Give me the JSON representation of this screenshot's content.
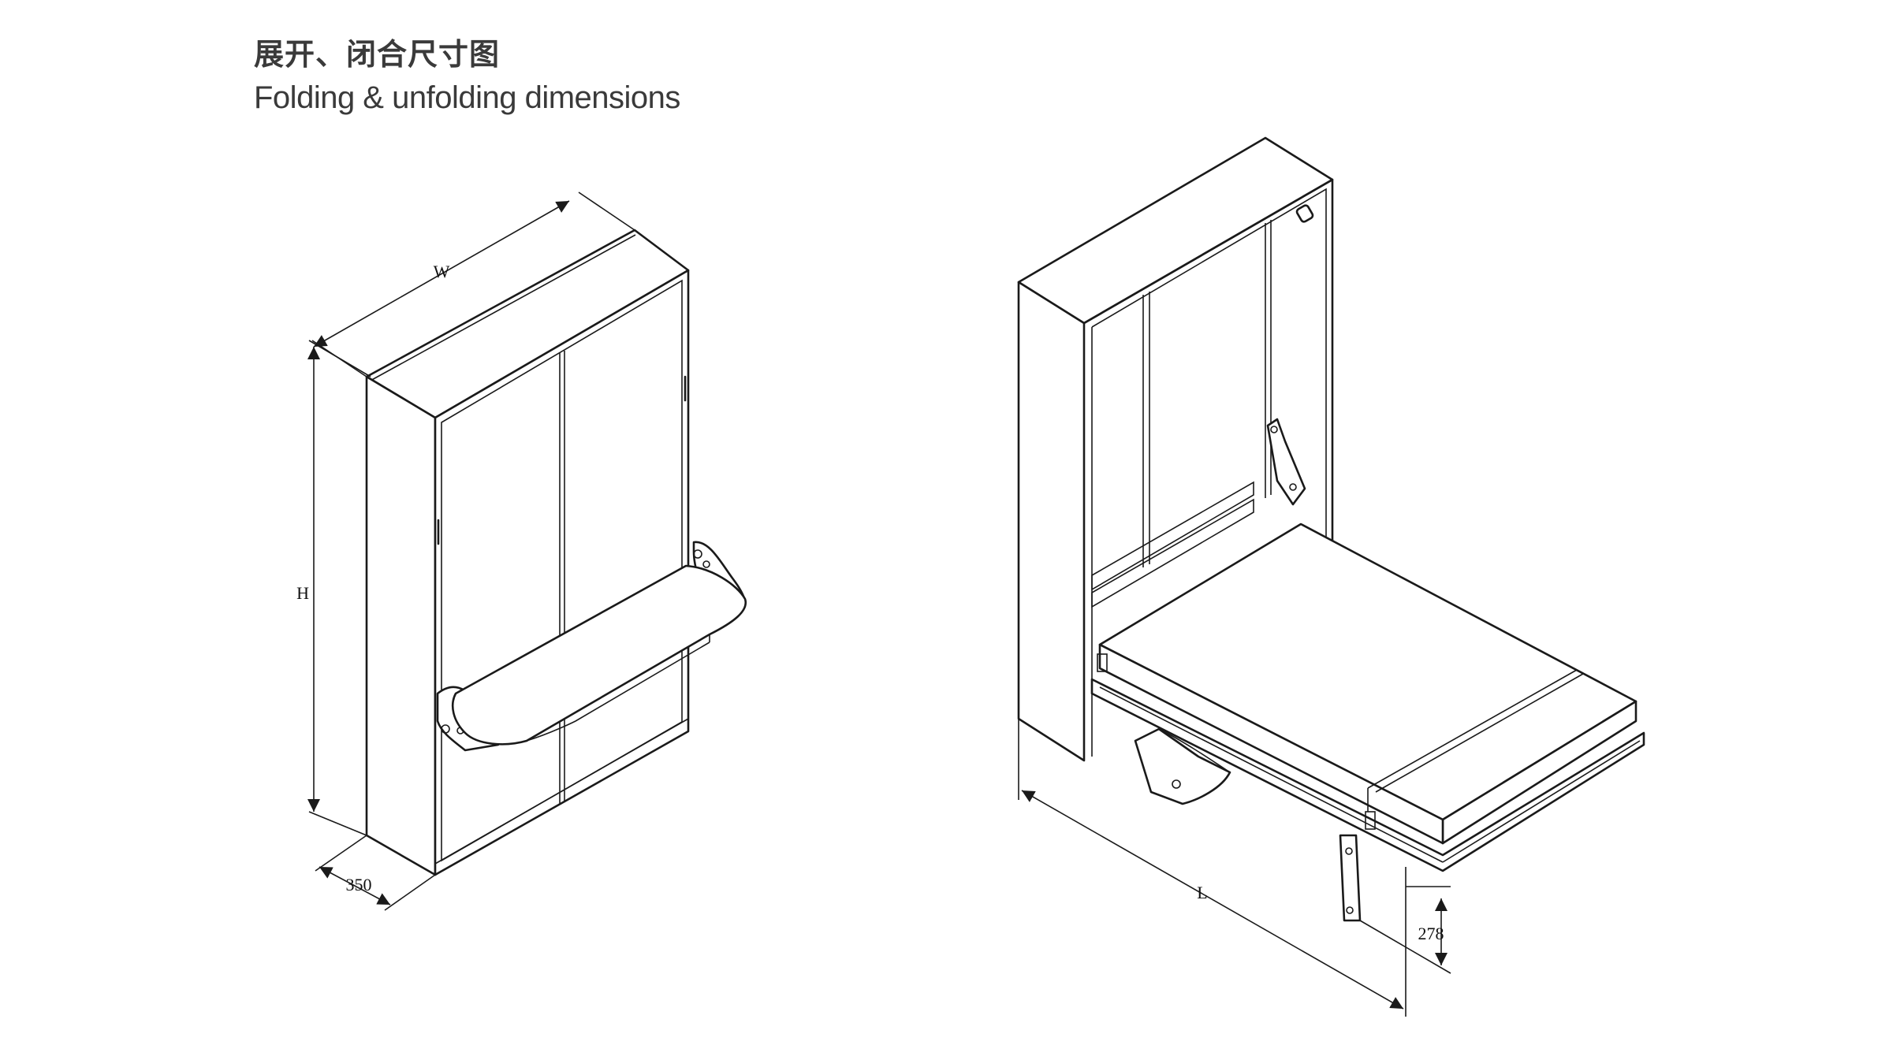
{
  "header": {
    "title_cn": "展开、闭合尺寸图",
    "title_en": "Folding & unfolding dimensions"
  },
  "left_drawing": {
    "dim_width": "W",
    "dim_height": "H",
    "dim_depth": "350"
  },
  "right_drawing": {
    "dim_length": "L",
    "dim_leg": "278"
  }
}
